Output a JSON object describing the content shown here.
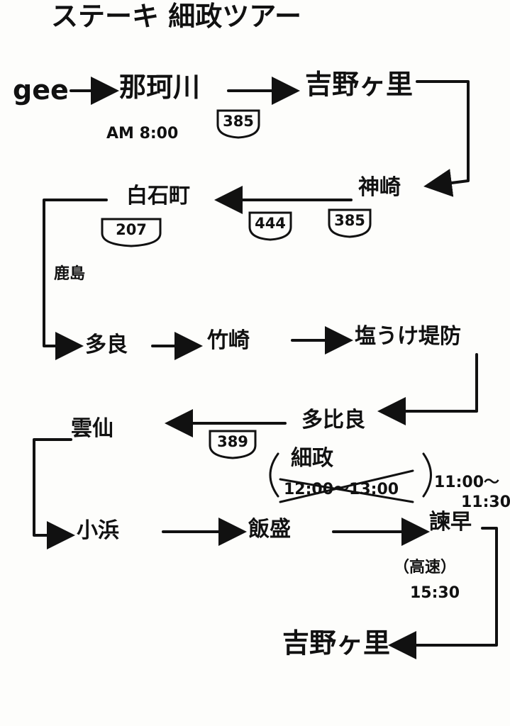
{
  "title": "ステーキ 細政ツアー",
  "nodes": {
    "start": "gee",
    "nagasaki_airport": "那珂川",
    "yoshinogari_1": "吉野ヶ里",
    "kanzaki": "神崎",
    "shiraishi": "白石町",
    "kashima": "鹿島",
    "tara": "多良",
    "takezaki": "竹崎",
    "shioukebotei": "塩うけ堤防",
    "tara2": "多比良",
    "unzen": "雲仙",
    "obama": "小浜",
    "isahaya_food": "飯盛",
    "isahaya": "諫早",
    "yoshinogari_2": "吉野ヶ里"
  },
  "times": {
    "depart": "AM 8:00",
    "steak_label": "細政",
    "steak_original": "12:00〜13:00",
    "steak_new_1": "11:00〜",
    "steak_new_2": "11:30",
    "highway": "（高速）",
    "highway_time": "15:30"
  },
  "routes": {
    "r1": "385",
    "r2": "385",
    "r3": "444",
    "r4": "207",
    "r5": "389"
  }
}
